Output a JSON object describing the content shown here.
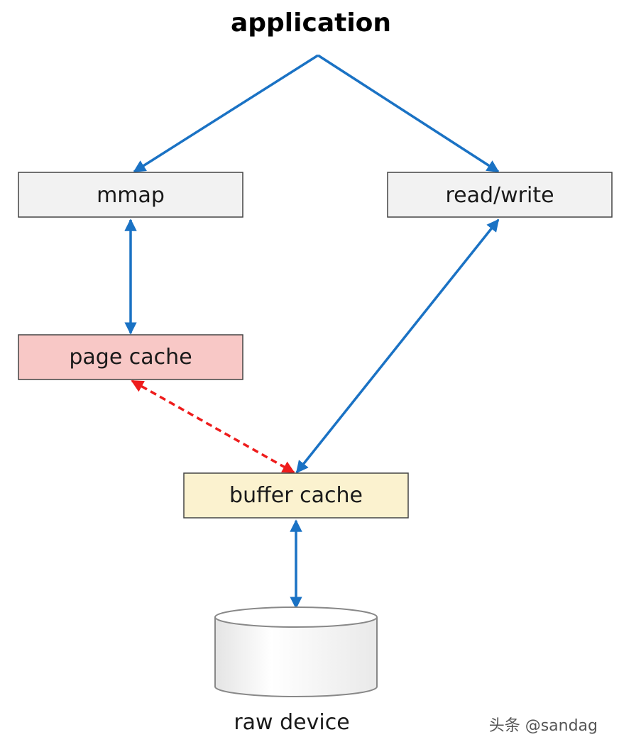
{
  "title": "application",
  "nodes": {
    "mmap": {
      "label": "mmap",
      "fill": "#f2f2f2"
    },
    "read_write": {
      "label": "read/write",
      "fill": "#f2f2f2"
    },
    "page_cache": {
      "label": "page cache",
      "fill": "#f8c8c6"
    },
    "buffer_cache": {
      "label": "buffer cache",
      "fill": "#fbf2cf"
    },
    "raw_device": {
      "label": "raw device"
    }
  },
  "colors": {
    "arrow": "#1a72c4",
    "dashed_arrow": "#ee1c1c",
    "box_border": "#444444"
  },
  "watermark": "头条 @sandag"
}
